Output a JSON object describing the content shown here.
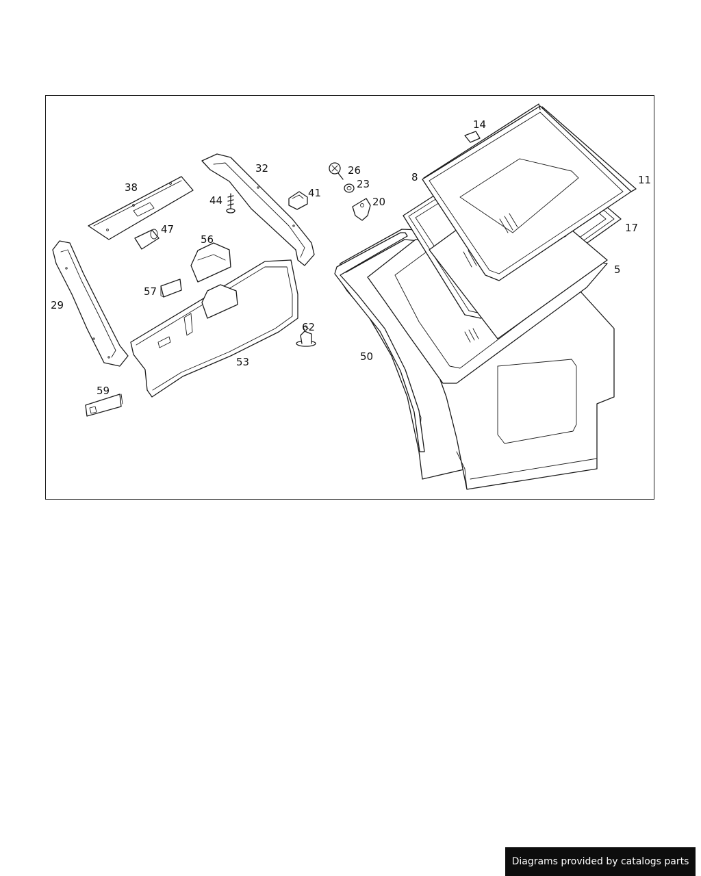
{
  "diagram": {
    "callouts": {
      "c14": "14",
      "c32": "32",
      "c26": "26",
      "c8": "8",
      "c11": "11",
      "c38": "38",
      "c23": "23",
      "c44": "44",
      "c41": "41",
      "c20": "20",
      "c47": "47",
      "c17": "17",
      "c56": "56",
      "c5": "5",
      "c29": "29",
      "c57": "57",
      "c62": "62",
      "c50": "50",
      "c53": "53",
      "c59": "59"
    }
  },
  "footer": {
    "text": "Diagrams provided by catalogs parts"
  }
}
